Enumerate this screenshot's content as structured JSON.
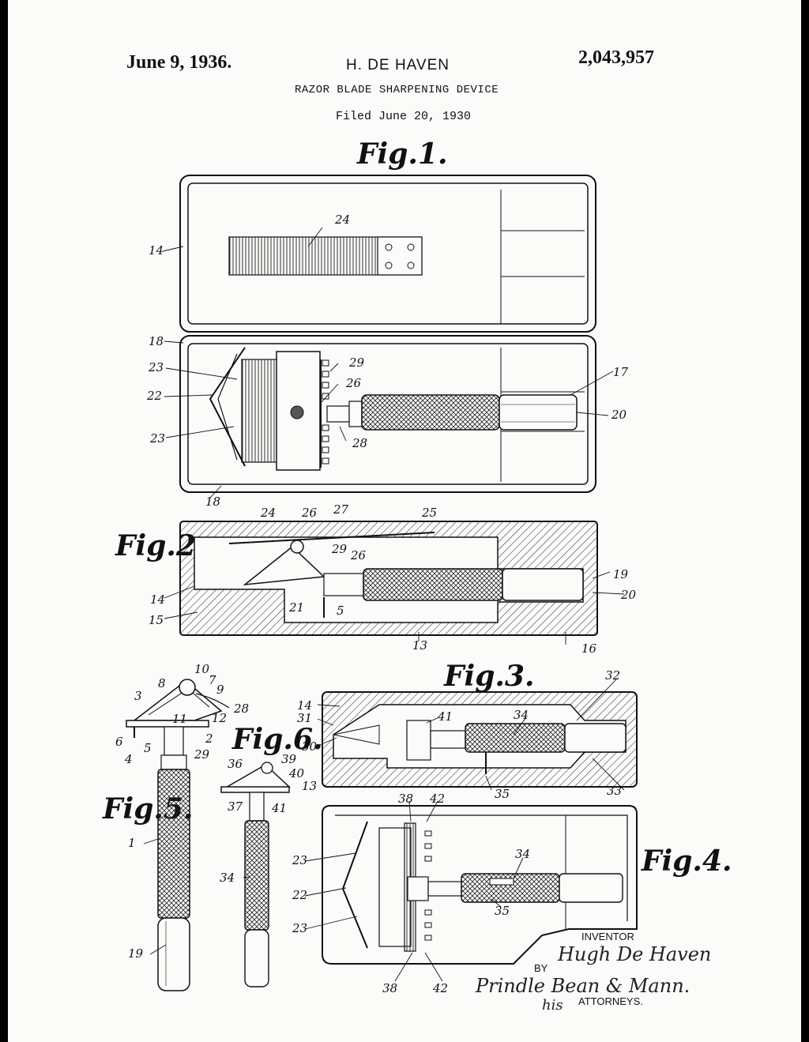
{
  "header": {
    "date": "June 9, 1936.",
    "inventor_name": "H. DE HAVEN",
    "patent_number": "2,043,957",
    "title": "RAZOR BLADE SHARPENING DEVICE",
    "filed": "Filed June 20, 1930"
  },
  "figures": {
    "fig1": "Fig.1.",
    "fig2": "Fig.2.",
    "fig3": "Fig.3.",
    "fig4": "Fig.4.",
    "fig5": "Fig.5.",
    "fig6": "Fig.6."
  },
  "labels": {
    "l1": "1",
    "l2": "2",
    "l3": "3",
    "l4": "4",
    "l5": "5",
    "l5b": "5",
    "l6": "6",
    "l7": "7",
    "l8": "8",
    "l9": "9",
    "l10": "10",
    "l11": "11",
    "l12": "12",
    "l13": "13",
    "l13b": "13",
    "l14": "14",
    "l14b": "14",
    "l14c": "14",
    "l15": "15",
    "l16": "16",
    "l17": "17",
    "l18": "18",
    "l18b": "18",
    "l19": "19",
    "l19b": "19",
    "l20": "20",
    "l20b": "20",
    "l21": "21",
    "l22": "22",
    "l22b": "22",
    "l23": "23",
    "l23b": "23",
    "l23c": "23",
    "l23d": "23",
    "l24": "24",
    "l24b": "24",
    "l25": "25",
    "l26": "26",
    "l26b": "26",
    "l26c": "26",
    "l27": "27",
    "l28": "28",
    "l28b": "28",
    "l29": "29",
    "l29b": "29",
    "l29c": "29",
    "l30": "30",
    "l31": "31",
    "l32": "32",
    "l33": "33",
    "l34": "34",
    "l34b": "34",
    "l34c": "34",
    "l35": "35",
    "l35b": "35",
    "l36": "36",
    "l37": "37",
    "l38": "38",
    "l38b": "38",
    "l39": "39",
    "l40": "40",
    "l41": "41",
    "l41b": "41",
    "l42": "42",
    "l42b": "42"
  },
  "signature": {
    "inventor_caption": "INVENTOR",
    "inventor_signature": "Hugh De Haven",
    "by": "BY",
    "attorneys_signature": "Prindle Bean & Mann.",
    "his": "his",
    "attorneys_caption": "ATTORNEYS."
  }
}
